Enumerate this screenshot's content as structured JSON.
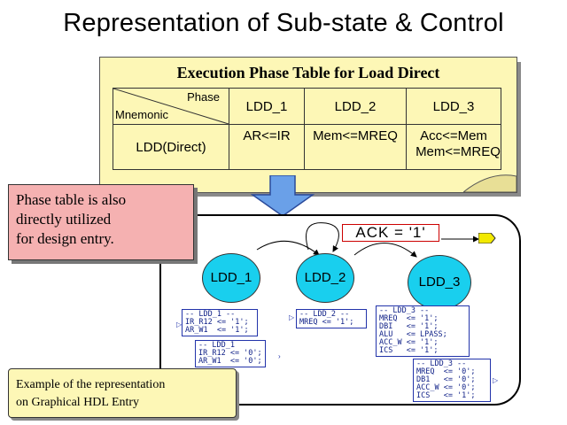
{
  "slide": {
    "title": "Representation of Sub-state & Control"
  },
  "phase_table": {
    "title": "Execution Phase Table for Load Direct",
    "corner_top": "Phase",
    "corner_bottom": "Mnemonic",
    "headers": [
      "LDD_1",
      "LDD_2",
      "LDD_3"
    ],
    "row_label": "LDD(Direct)",
    "cells": [
      [
        "AR<=IR"
      ],
      [
        "Mem<=MREQ"
      ],
      [
        "Acc<=Mem",
        "Mem<=MREQ"
      ]
    ]
  },
  "callouts": {
    "pink_lines": [
      "Phase table is also",
      "directly utilized",
      "for design entry."
    ],
    "example_lines": [
      "Example of the representation",
      "on Graphical HDL Entry"
    ]
  },
  "diagram": {
    "condition": "ACK = '1'",
    "states": [
      "LDD_1",
      "LDD_2",
      "LDD_3"
    ],
    "code_ldd1_entry": [
      "-- LDD_1 --",
      "IR_R12 <= '1';",
      "AR_W1  <= '1';"
    ],
    "code_ldd1_exit": [
      "-- LDD_1",
      "IR_R12 <= '0';",
      "AR_W1  <= '0';"
    ],
    "code_ldd2_entry": [
      "-- LDD_2 --",
      "MREQ <= '1';"
    ],
    "code_ldd3_entry": [
      "-- LDD_3 --",
      "MREQ  <= '1';",
      "DBI   <= '1';",
      "ALU   <= LPASS;",
      "ACC_W <= '1';",
      "ICS   <= '1';"
    ],
    "code_ldd3_exit": [
      "-- LDD_3 --",
      "MREQ  <= '0';",
      "DB1   <= '0';",
      "ACC_W <= '0';",
      "ICS   <= '1';"
    ]
  }
}
